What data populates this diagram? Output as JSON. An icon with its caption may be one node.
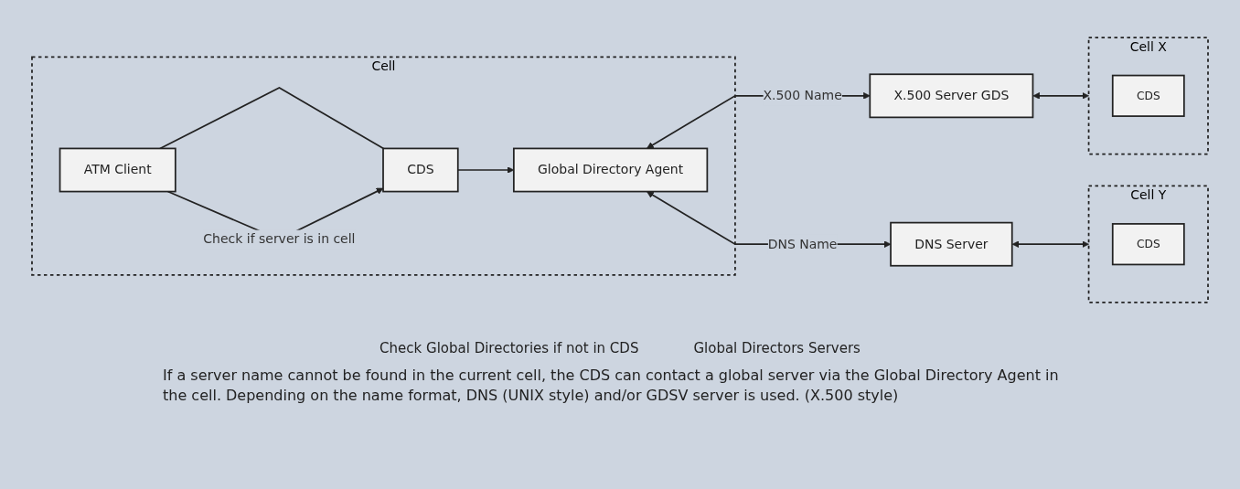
{
  "diagram": {
    "caption": "If a server name cannot be found in the current cell, the CDS can contact a global server via the Global Directory Agent in the cell. Depending on the name format, DNS (UNIX style) and/or GDSV server is used. (X.500 style)",
    "nodes": [
      {
        "text": [
          "Cell"
        ]
      },
      {
        "text": [
          "Global Directory Agent"
        ],
        "in": 0
      },
      {
        "text": [
          "ATM Client"
        ],
        "in": 0
      },
      {
        "text": [
          "CDS"
        ],
        "in": 0
      },
      {
        "text": [
          "X.500 Server GDS"
        ]
      },
      {
        "text": [
          "DNS Server"
        ]
      },
      {
        "text": [
          "Cell X"
        ]
      },
      {
        "text": [
          "CDS"
        ],
        "in": 6
      },
      {
        "text": [
          "Cell Y"
        ]
      },
      {
        "text": [
          "CDS"
        ],
        "in": 8
      }
    ],
    "edges": [
      {
        "from": 2,
        "to": 3,
        "arrow": "none"
      },
      {
        "from": 3,
        "to": 1,
        "arrow": "to"
      },
      {
        "from": 2,
        "to": 3,
        "arrow": "to",
        "label": "Check if server is in cell"
      },
      {
        "from": 1,
        "to": 4,
        "arrow": "both",
        "label": "X.500 Name"
      },
      {
        "from": 1,
        "to": 5,
        "arrow": "both",
        "label": "DNS Name"
      },
      {
        "from": 4,
        "to": 6,
        "arrow": "both"
      },
      {
        "from": 5,
        "to": 8,
        "arrow": "both"
      }
    ],
    "labels": [
      "Check Global Directories if not in CDS",
      "Global Directors Servers"
    ]
  }
}
